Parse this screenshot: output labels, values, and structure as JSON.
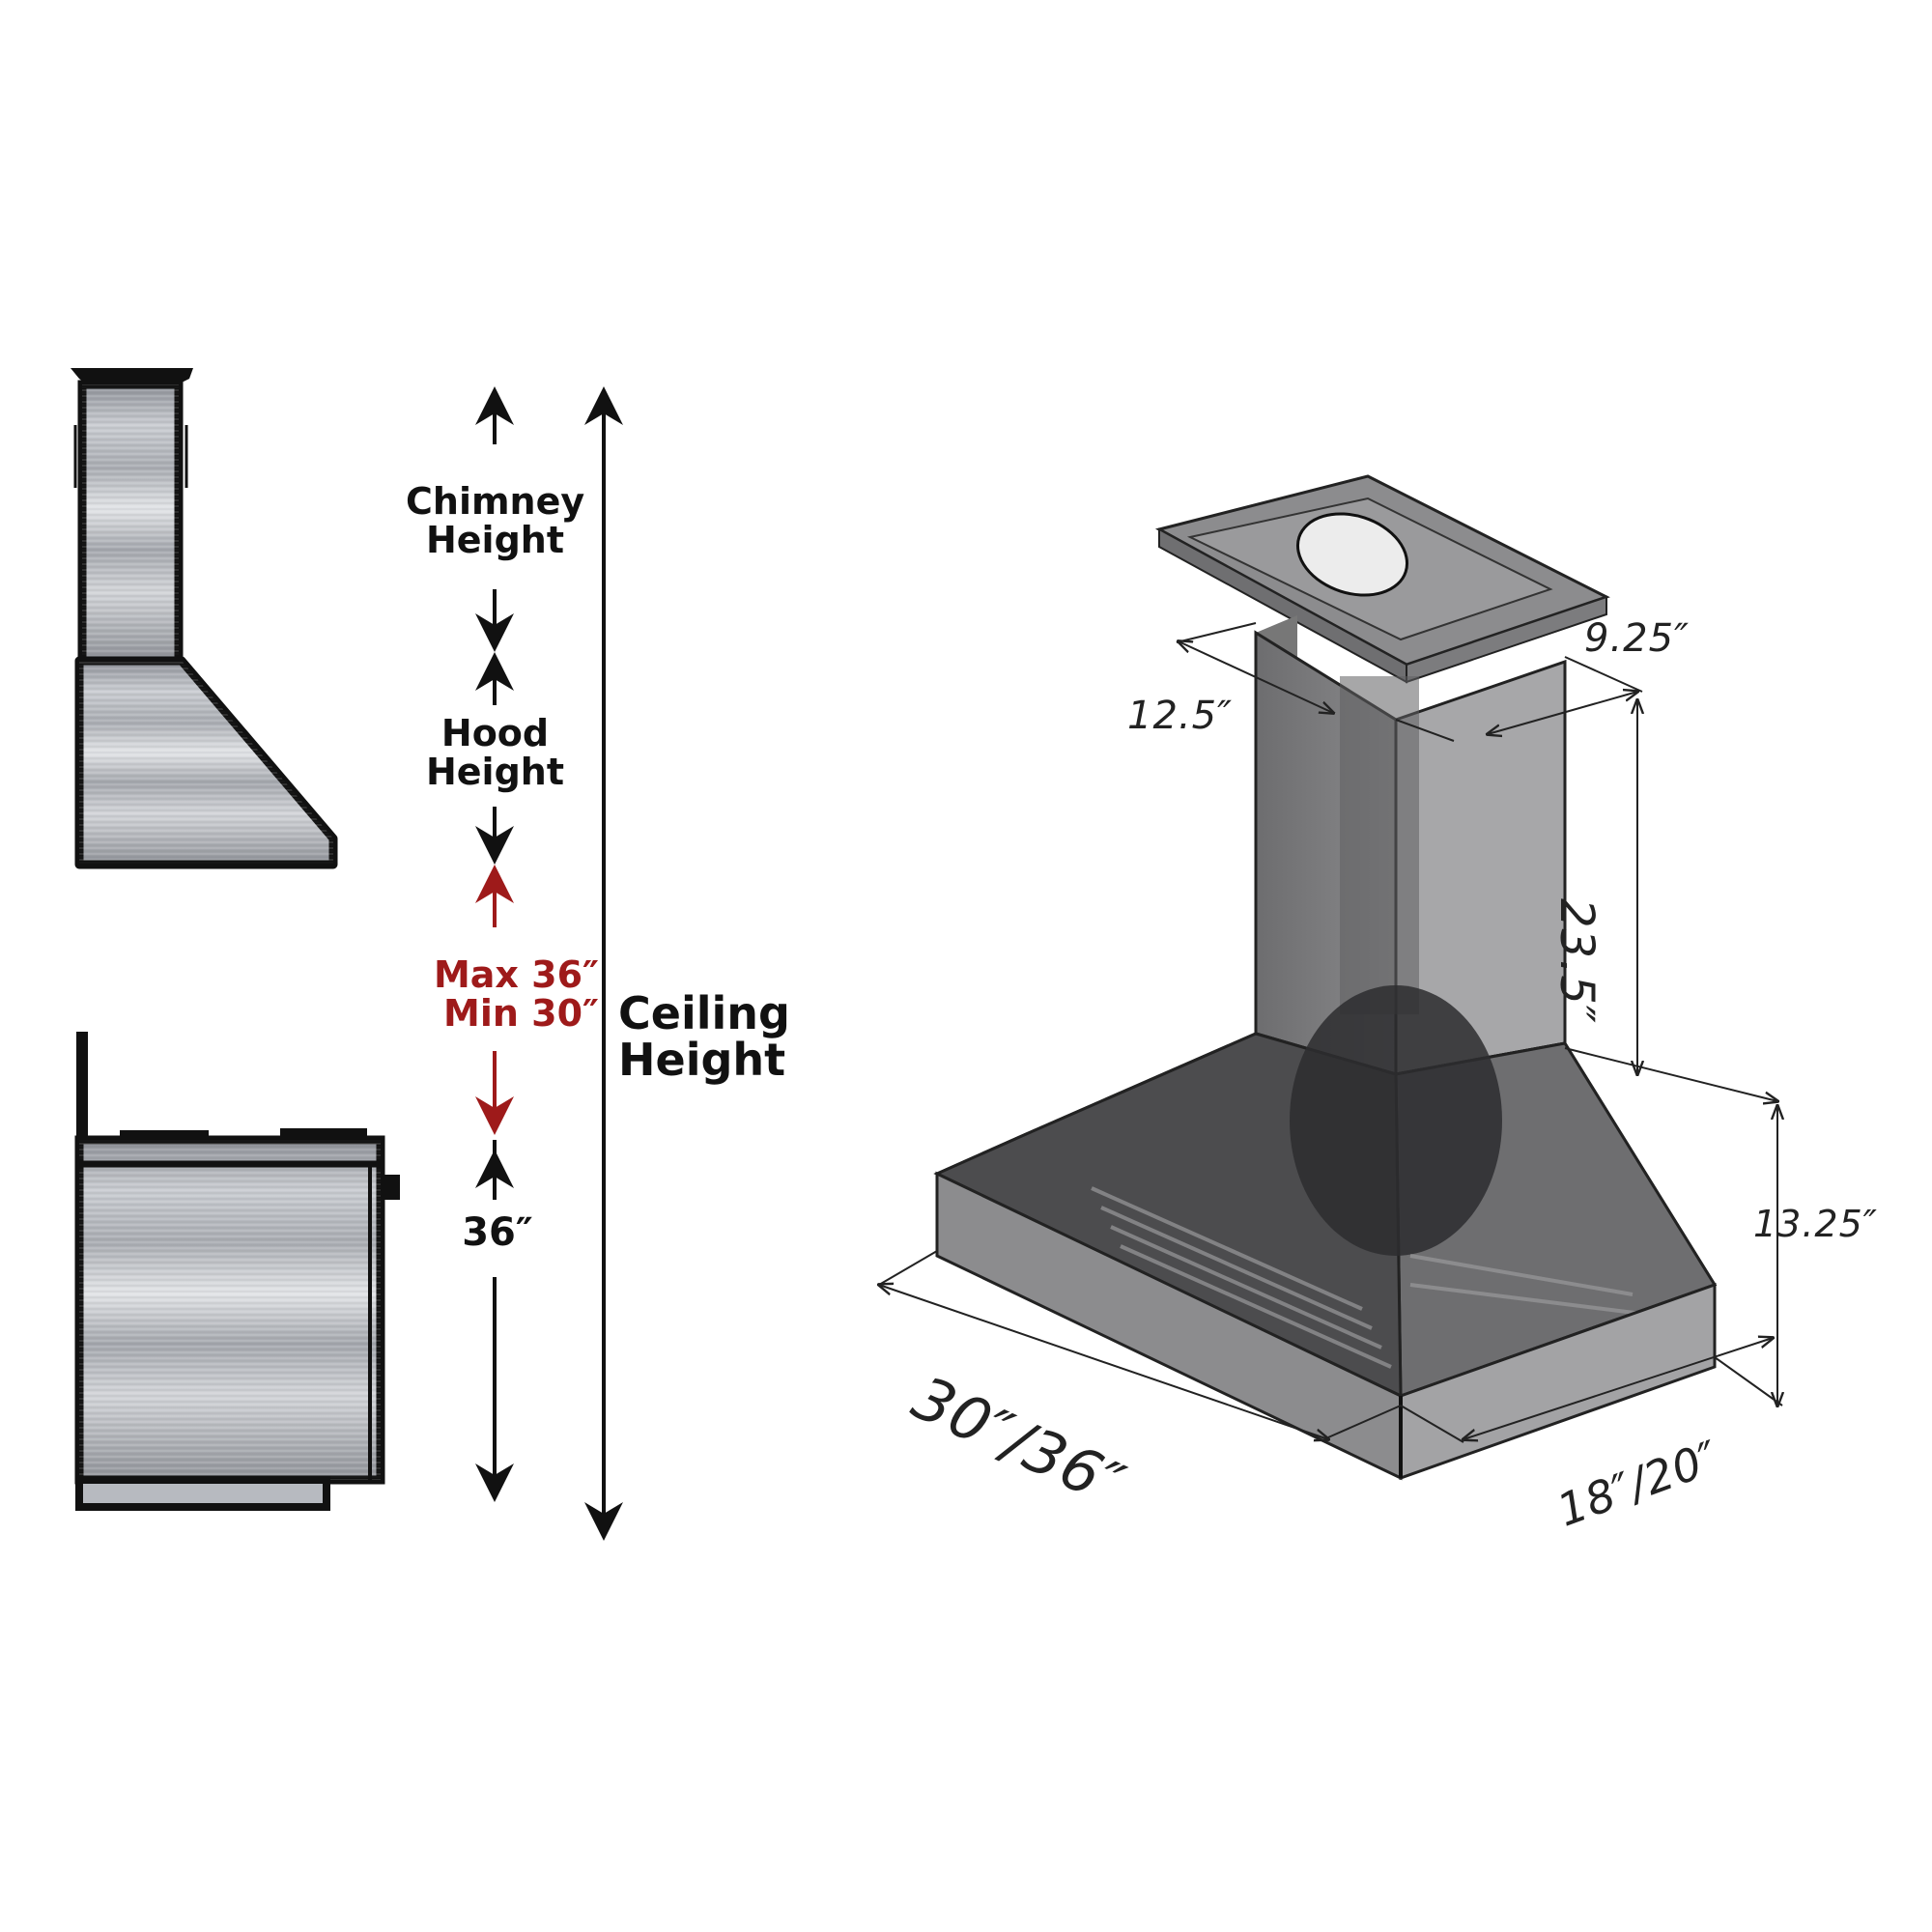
{
  "left_diagram": {
    "labels": {
      "chimney_height": [
        "Chimney",
        "Height"
      ],
      "hood_height": [
        "Hood",
        "Height"
      ],
      "clearance_max": "Max 36″",
      "clearance_min": "Min 30″",
      "ceiling_height": [
        "Ceiling",
        "Height"
      ],
      "counter_height": "36″"
    },
    "colors": {
      "clearance": "#9e1a1a",
      "outline": "#111111",
      "steel": "#b9bcc2"
    }
  },
  "right_diagram": {
    "dimensions": {
      "chimney_width": "12.5″",
      "chimney_depth": "9.25″",
      "chimney_height": "23.5″",
      "hood_height": "13.25″",
      "hood_width": "30″/36″",
      "hood_depth": "18″/20″"
    }
  }
}
